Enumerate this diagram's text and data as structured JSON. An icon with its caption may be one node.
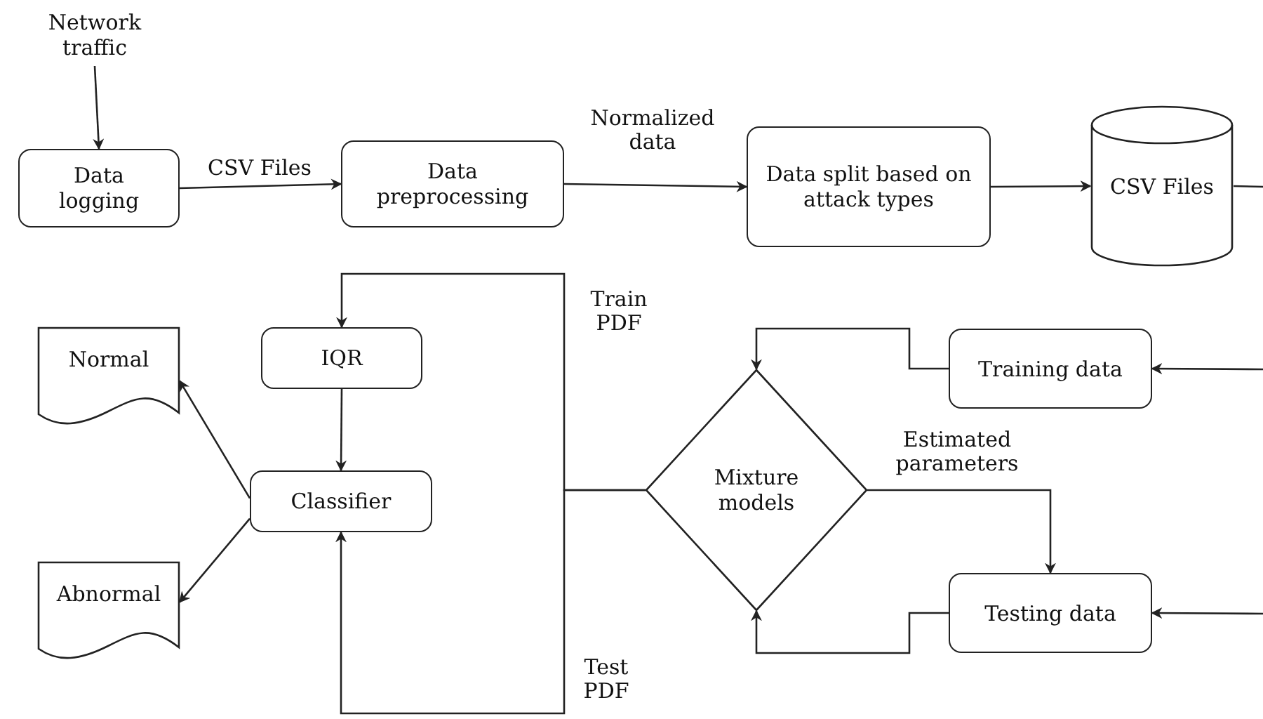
{
  "diagram": {
    "nodes": [
      {
        "text": [
          "Network traffic"
        ]
      },
      {
        "text": [
          "Data logging"
        ]
      },
      {
        "text": [
          "Data preprocessing"
        ]
      },
      {
        "text": [
          "Data split based on attack types"
        ]
      },
      {
        "text": [
          "CSV Files"
        ]
      },
      {
        "text": [
          "IQR"
        ]
      },
      {
        "text": [
          "Normal"
        ]
      },
      {
        "text": [
          "Classifier"
        ]
      },
      {
        "text": [
          "Abnormal"
        ]
      },
      {
        "text": [
          "Mixture models"
        ]
      },
      {
        "text": [
          "Training data"
        ]
      },
      {
        "text": [
          "Testing data"
        ]
      }
    ],
    "edges": [
      {
        "from": 0,
        "to": 1,
        "arrow": "to"
      },
      {
        "from": 1,
        "to": 2,
        "arrow": "to",
        "label": "CSV Files"
      },
      {
        "from": 2,
        "to": 3,
        "arrow": "to",
        "label": "Normalized data"
      },
      {
        "from": 3,
        "to": 4,
        "arrow": "to"
      },
      {
        "from": 4,
        "to": null,
        "arrow": "none"
      },
      {
        "from": null,
        "to": 10,
        "arrow": "to"
      },
      {
        "from": null,
        "to": 11,
        "arrow": "to"
      },
      {
        "from": 10,
        "to": 9,
        "arrow": "to"
      },
      {
        "from": 11,
        "to": 9,
        "arrow": "to"
      },
      {
        "from": 9,
        "to": 11,
        "arrow": "to",
        "label": "Estimated parameters"
      },
      {
        "from": 9,
        "to": 5,
        "arrow": "to",
        "label": "Train PDF"
      },
      {
        "from": 9,
        "to": 7,
        "arrow": "to",
        "label": "Test PDF"
      },
      {
        "from": 5,
        "to": 7,
        "arrow": "to"
      },
      {
        "from": 7,
        "to": 6,
        "arrow": "to"
      },
      {
        "from": 7,
        "to": 8,
        "arrow": "to"
      }
    ]
  }
}
